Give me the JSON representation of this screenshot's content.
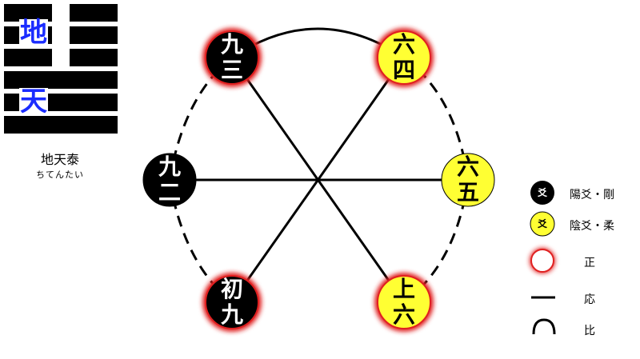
{
  "hexagram": {
    "upper_trigram": "地",
    "lower_trigram": "天",
    "name": "地天泰",
    "reading": "ちてんたい",
    "lines_top_to_bottom": [
      "yin",
      "yin",
      "yin",
      "yang",
      "yang",
      "yang"
    ]
  },
  "nodes": [
    {
      "id": "n1",
      "char1": "九",
      "char2": "三",
      "type": "yang",
      "correct": true
    },
    {
      "id": "n2",
      "char1": "六",
      "char2": "四",
      "type": "yin",
      "correct": true
    },
    {
      "id": "n3",
      "char1": "九",
      "char2": "二",
      "type": "yang",
      "correct": false
    },
    {
      "id": "n4",
      "char1": "六",
      "char2": "五",
      "type": "yin",
      "correct": false
    },
    {
      "id": "n5",
      "char1": "初",
      "char2": "九",
      "type": "yang",
      "correct": true
    },
    {
      "id": "n6",
      "char1": "上",
      "char2": "六",
      "type": "yin",
      "correct": true
    }
  ],
  "legend": {
    "yang_glyph": "爻",
    "yang_label": "陽爻・剛",
    "yin_glyph": "爻",
    "yin_label": "陰爻・柔",
    "correct_label": "正",
    "response_label": "応",
    "adjacent_label": "比"
  },
  "colors": {
    "yang_fill": "#000000",
    "yin_fill": "#ffff33",
    "correct_glow": "#e02020",
    "trigram_text": "#1a2cff"
  }
}
